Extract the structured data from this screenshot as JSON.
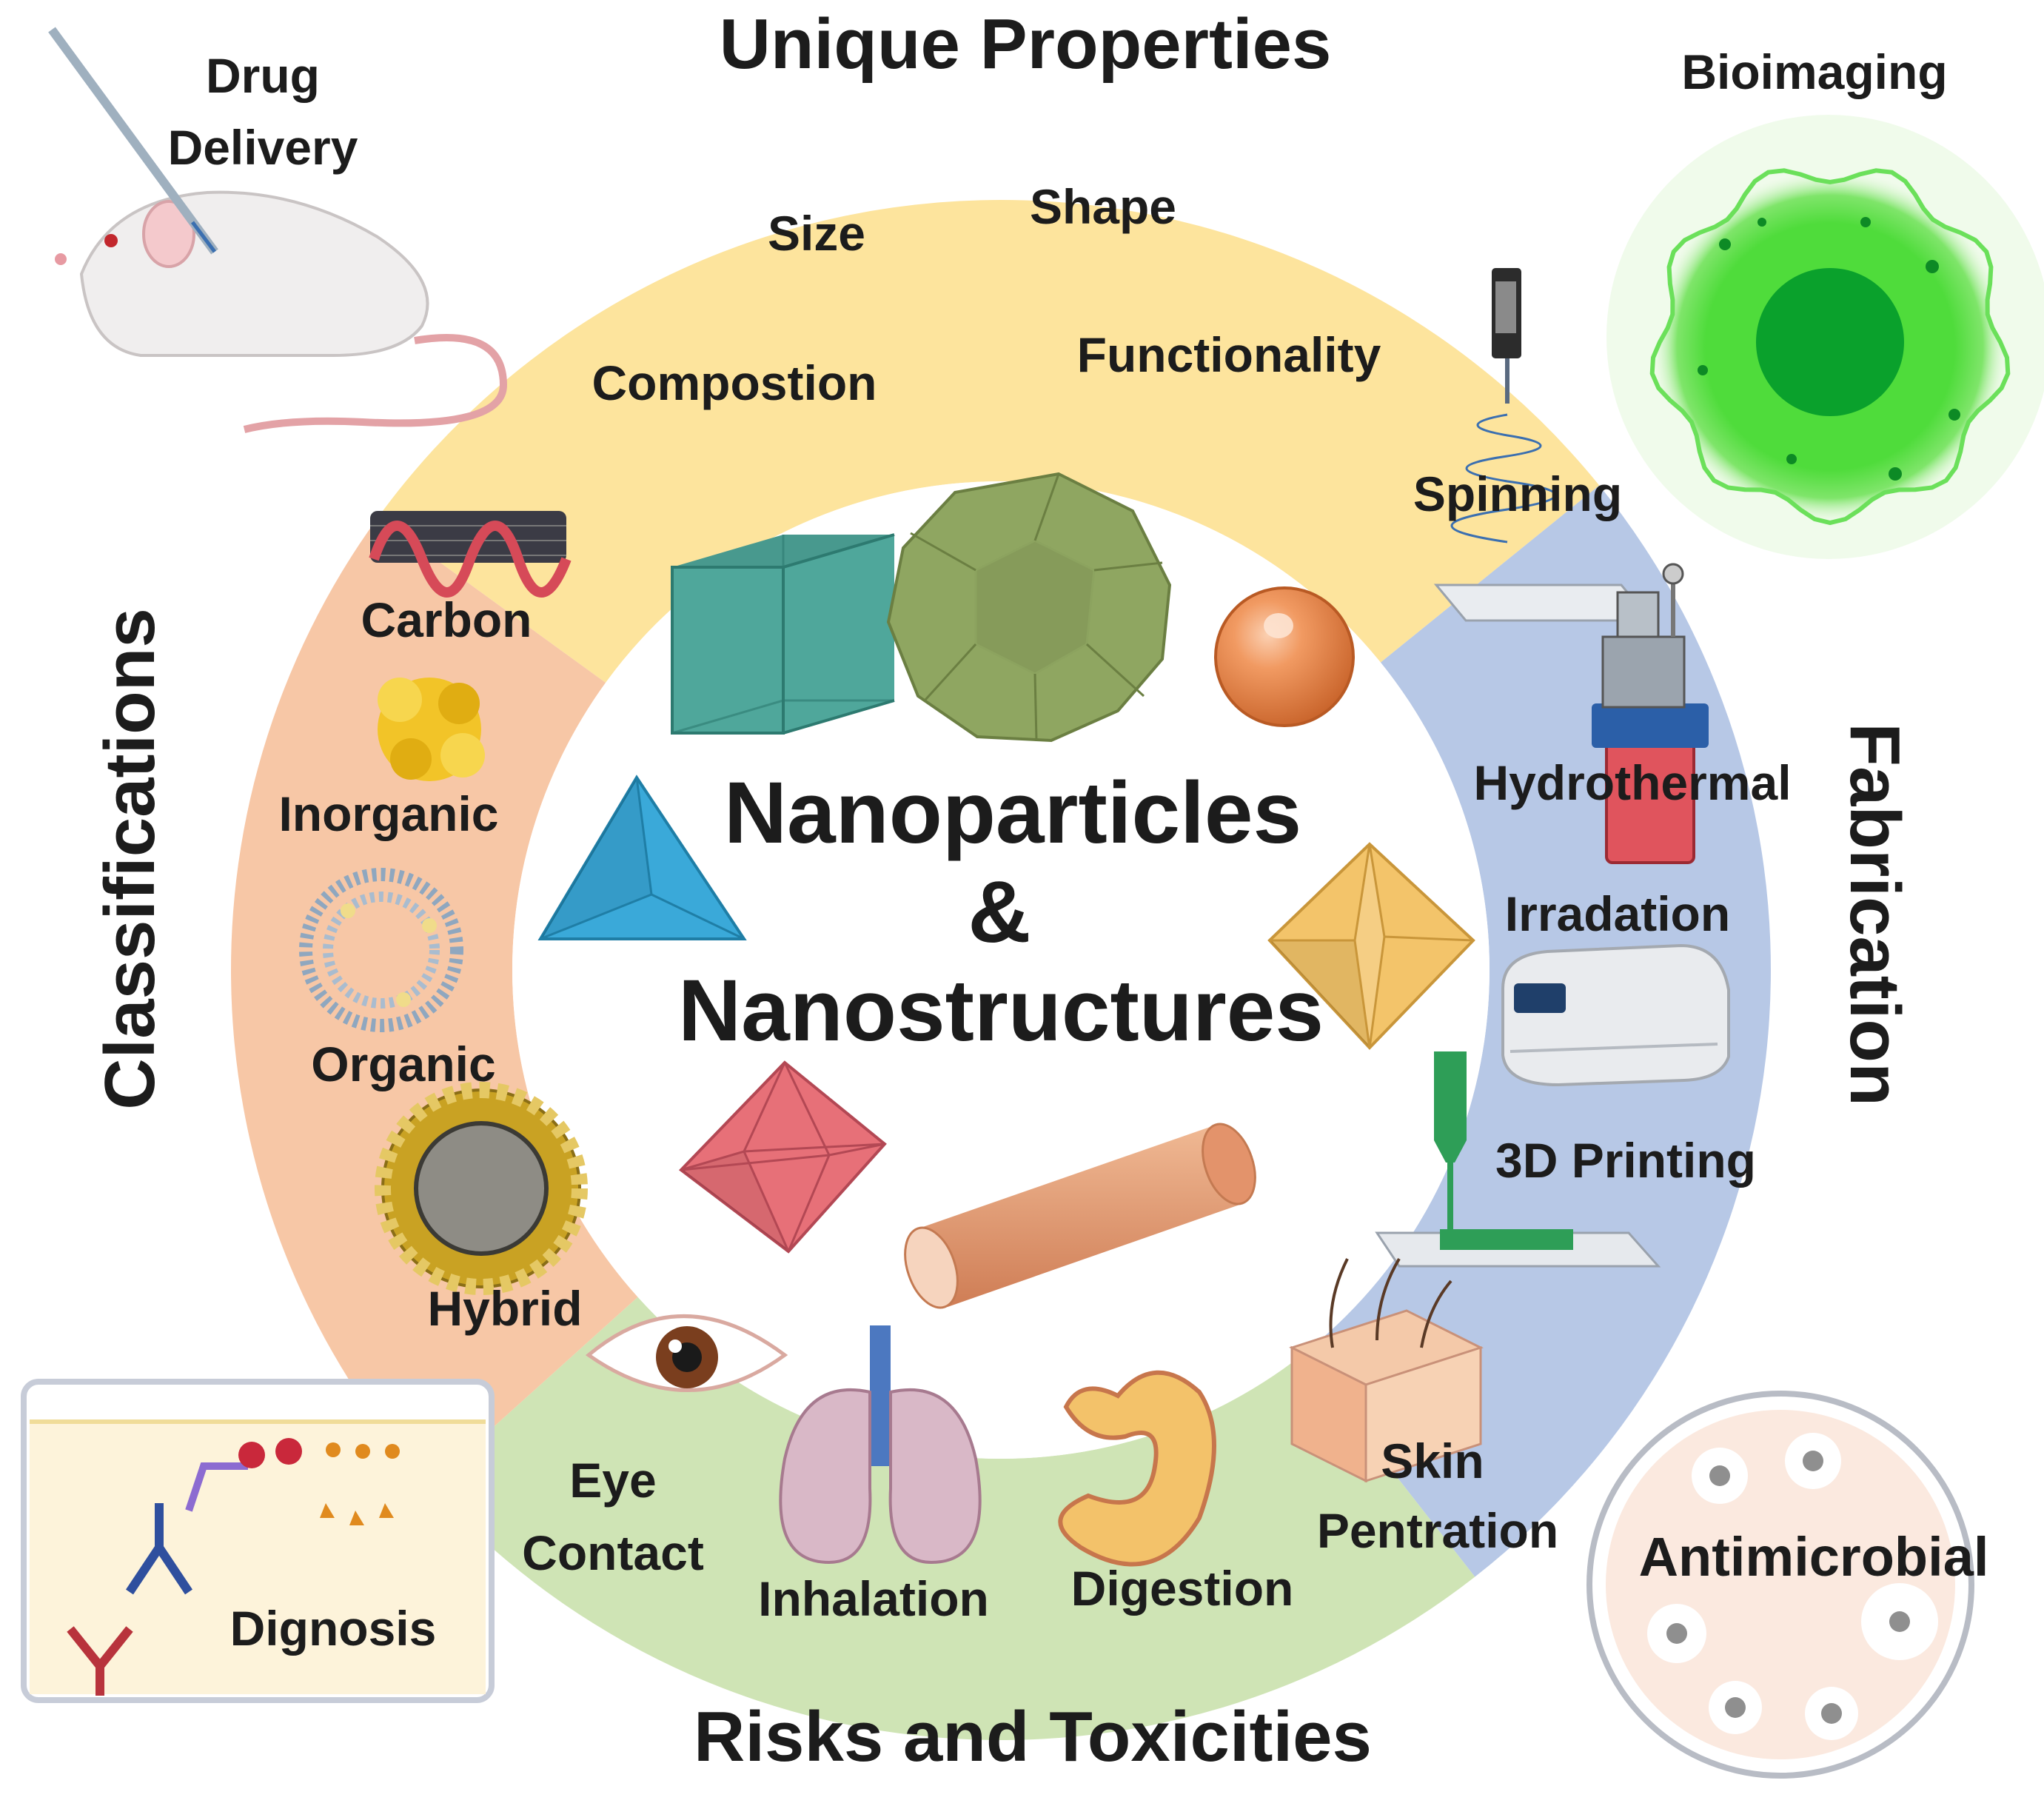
{
  "center": {
    "line1": "Nanoparticles",
    "line2": "&",
    "line3": "Nanostructures"
  },
  "segments": {
    "unique_properties": {
      "title": "Unique Properties",
      "items": [
        "Size",
        "Shape",
        "Compostion",
        "Functionality"
      ]
    },
    "fabrication": {
      "title": "Fabrication",
      "items": [
        "Spinning",
        "Hydrothermal",
        "Irradation",
        "3D Printing"
      ]
    },
    "risks": {
      "title": "Risks and Toxicities",
      "items": [
        "Eye",
        "Contact",
        "Inhalation",
        "Digestion",
        "Skin",
        "Pentration"
      ]
    },
    "classifications": {
      "title": "Classifications",
      "items": [
        "Carbon",
        "Inorganic",
        "Organic",
        "Hybrid"
      ]
    }
  },
  "applications": {
    "drug_delivery": {
      "line1": "Drug",
      "line2": "Delivery"
    },
    "bioimaging": "Bioimaging",
    "diagnosis": "Dignosis",
    "antimicrobial": "Antimicrobial"
  },
  "colors": {
    "properties": "#fde49d",
    "fabrication": "#b7c8e6",
    "risks": "#cfe4b5",
    "classifications": "#f7c7a6",
    "cube": "#4fa79b",
    "dodecahedron": "#8fa661",
    "sphere": "#ee8a4f",
    "tetrahedron": "#3aa9d9",
    "star_octahedron": "#f3c46a",
    "octahedron": "#e77078",
    "cylinder": "#e8a07a"
  }
}
